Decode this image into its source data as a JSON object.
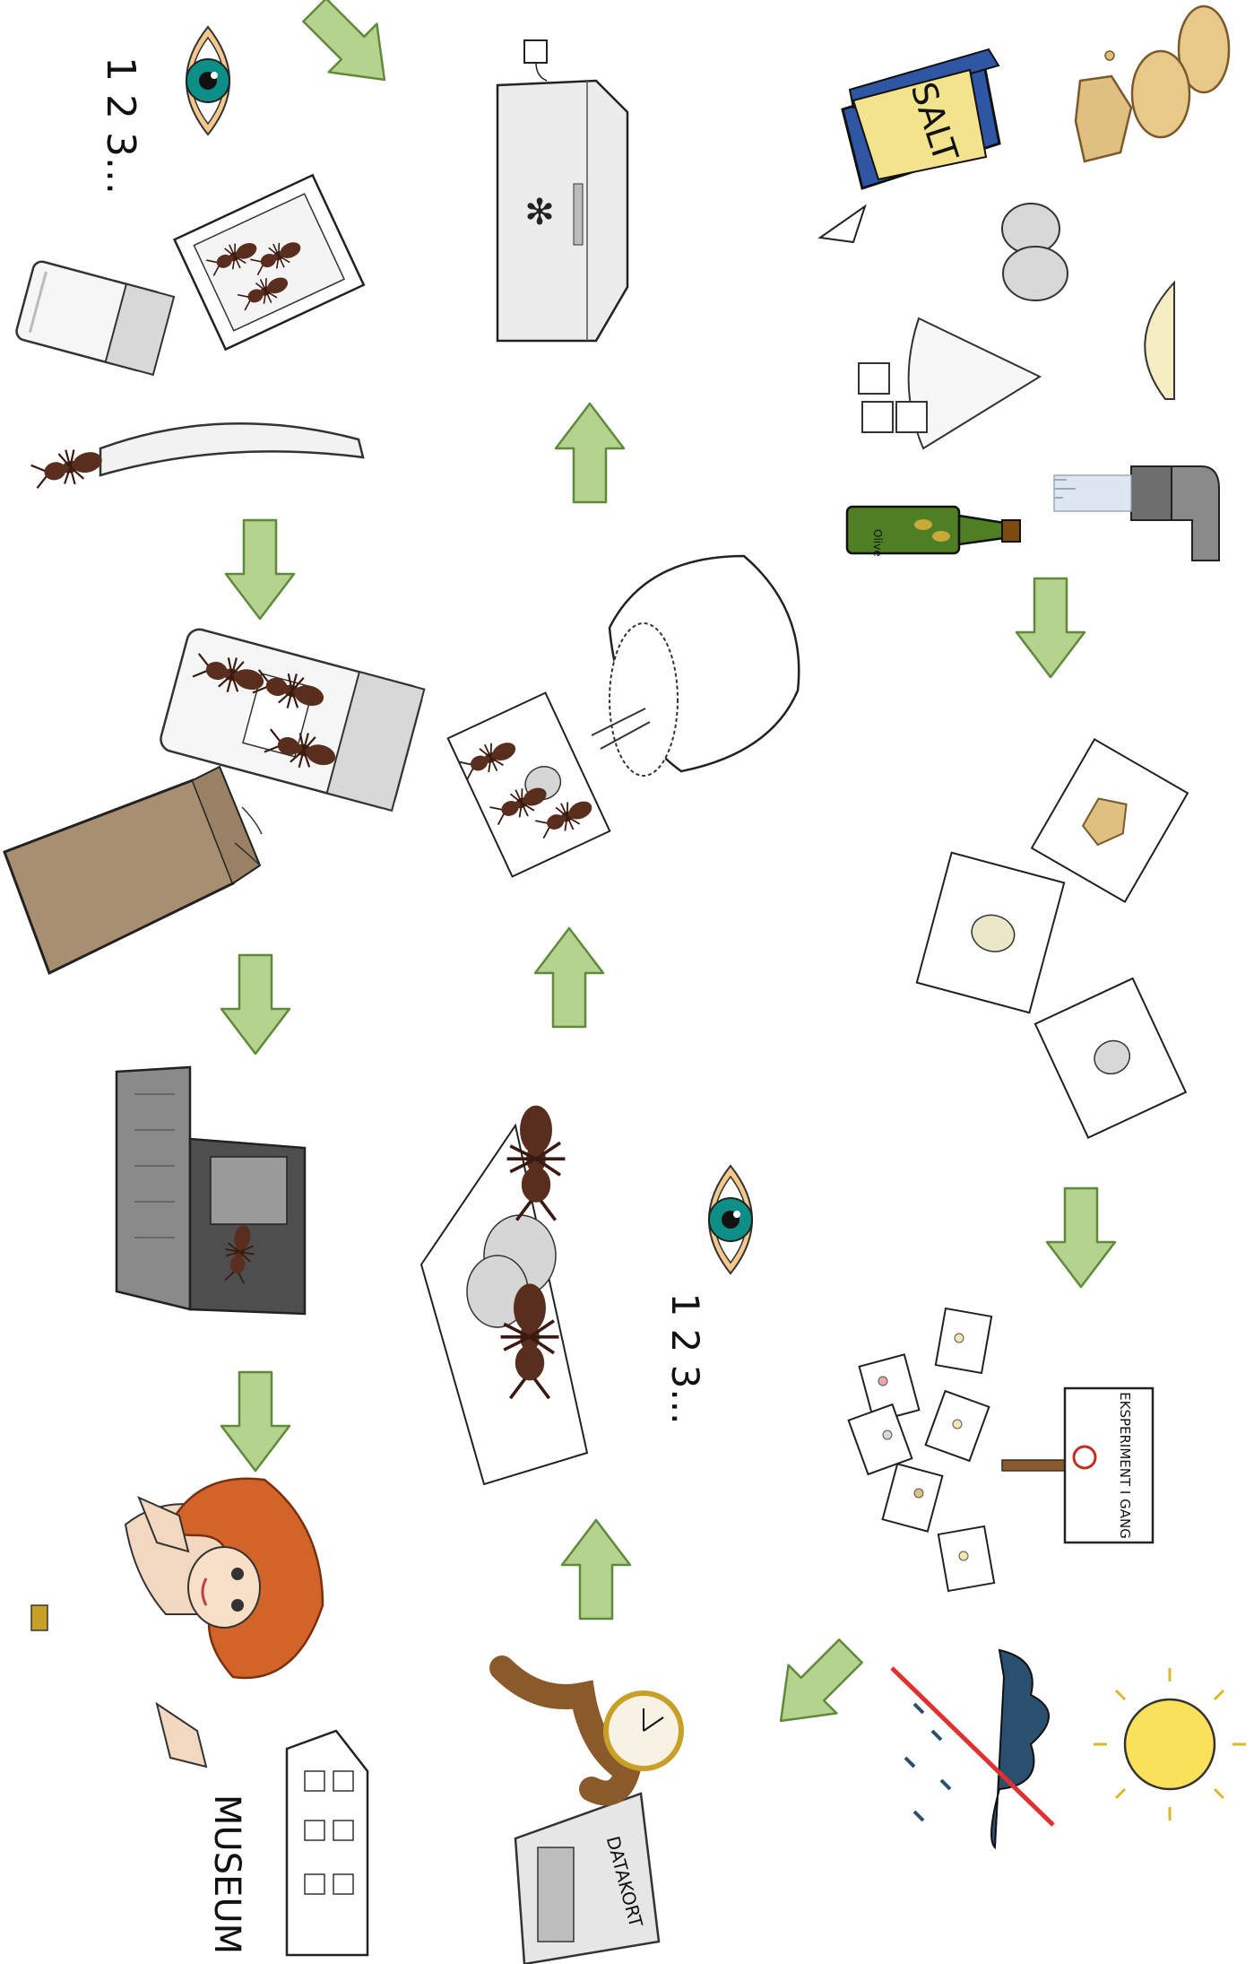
{
  "labels": {
    "salt_box": "SALT",
    "sign": "EKSPERIMENT I GANG",
    "datakort": "DATAKORT",
    "museum": "MUSEUM",
    "count_top": "1 2 3...",
    "count_middle": "1 2 3...",
    "olive_bottle": "Olive"
  },
  "colors": {
    "arrow_fill": "#b5d38f",
    "arrow_stroke": "#5f8a3a",
    "salt_box": "#2e56a4",
    "salt_label": "#f4e38d",
    "ant": "#5a2e1e",
    "hair": "#d2642a",
    "sun": "#fbe05a",
    "cloud": "#2b4f6e",
    "bag": "#a88f72",
    "eye_iris": "#0d8f88"
  },
  "icons": [
    "cookie-icon",
    "salt-box-icon",
    "sugar-cube-icon",
    "powder-pile-icon",
    "cotton-ball-icon",
    "olive-oil-bottle-icon",
    "water-tap-icon",
    "bait-card-icon",
    "sign-icon",
    "sun-icon",
    "rain-cloud-icon",
    "freezer-icon",
    "pillow-bag-icon",
    "ant-icon",
    "eye-icon",
    "watch-icon",
    "data-card-icon",
    "tube-icon",
    "tweezers-icon",
    "paper-bag-icon",
    "laptop-icon",
    "scientist-icon",
    "museum-icon"
  ]
}
